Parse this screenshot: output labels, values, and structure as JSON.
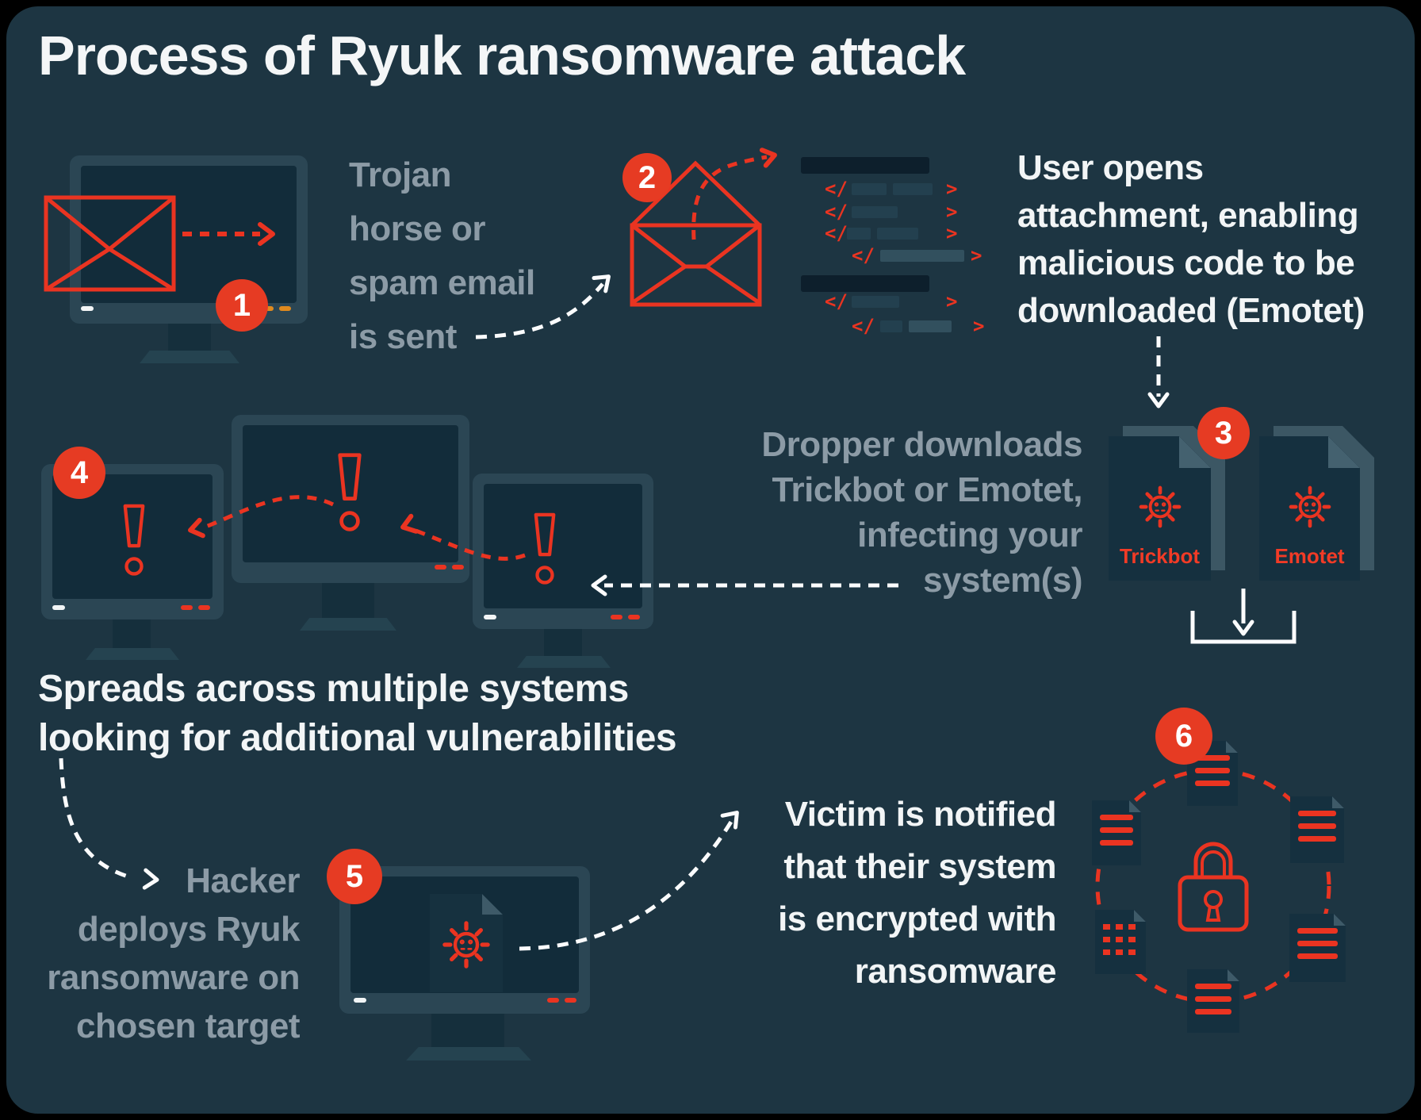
{
  "title": "Process of Ryuk ransomware attack",
  "steps": [
    {
      "num": "1",
      "caption": "Trojan\nhorse or\nspam email\nis sent"
    },
    {
      "num": "2",
      "caption": "User opens\nattachment, enabling\nmalicious code to be\ndownloaded (Emotet)"
    },
    {
      "num": "3",
      "caption": "Dropper downloads\nTrickbot or Emotet,\ninfecting your\nsystem(s)"
    },
    {
      "num": "4",
      "caption": "Spreads across multiple systems\nlooking for additional vulnerabilities"
    },
    {
      "num": "5",
      "caption": "Hacker\ndeploys Ryuk\nransomware on\nchosen target"
    },
    {
      "num": "6",
      "caption": "Victim is notified\nthat their system\nis encrypted with\nransomware"
    }
  ],
  "files": [
    {
      "label": "Trickbot"
    },
    {
      "label": "Emotet"
    }
  ],
  "code": {
    "open_tag": "</",
    "close_tag": ">"
  },
  "icons": {
    "envelope-icon": "closed red outline envelope",
    "open-envelope-icon": "opened red outline envelope",
    "code-snippet": "code lines with red tags",
    "warning-icon": "red exclamation mark",
    "virus-icon": "red malware gear",
    "document-icon": "dark file page with red text lines",
    "lock-icon": "red padlock",
    "download-tray-icon": "white arrow into tray",
    "monitor-icon": "desktop computer display"
  },
  "colors": {
    "background": "#000000",
    "panel": "#1d3542",
    "red": "#ea3421",
    "badge_red": "#e63b23",
    "orange": "#df8a1e",
    "gray_text": "#8c9ba6",
    "white_text": "#f2f5f6",
    "monitor_bezel": "#2b4654",
    "screen": "#122c3a"
  }
}
